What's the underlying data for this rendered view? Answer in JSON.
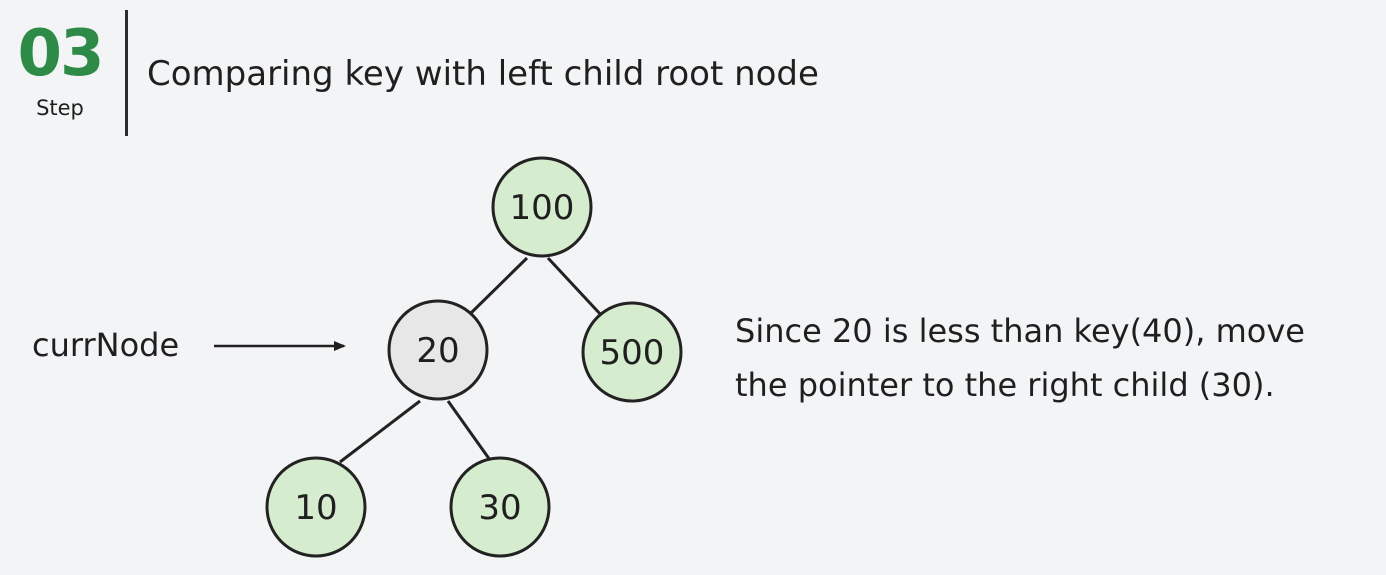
{
  "step": {
    "number": "03",
    "label": "Step",
    "title": "Comparing key with left child root node"
  },
  "tree": {
    "nodes": {
      "root": {
        "value": "100",
        "state": "visited"
      },
      "left": {
        "value": "20",
        "state": "current"
      },
      "right": {
        "value": "500",
        "state": "unvisited"
      },
      "left_left": {
        "value": "10",
        "state": "unvisited"
      },
      "left_right": {
        "value": "30",
        "state": "unvisited"
      }
    },
    "colors": {
      "node_fill": "#d6ecce",
      "current_fill": "#e7e7e7",
      "stroke": "#222222",
      "accent": "#2e8a47"
    }
  },
  "pointer": {
    "label": "currNode"
  },
  "explanation": {
    "line1": "Since 20 is less than key(40), move",
    "line2": "the pointer to the right child (30)."
  }
}
